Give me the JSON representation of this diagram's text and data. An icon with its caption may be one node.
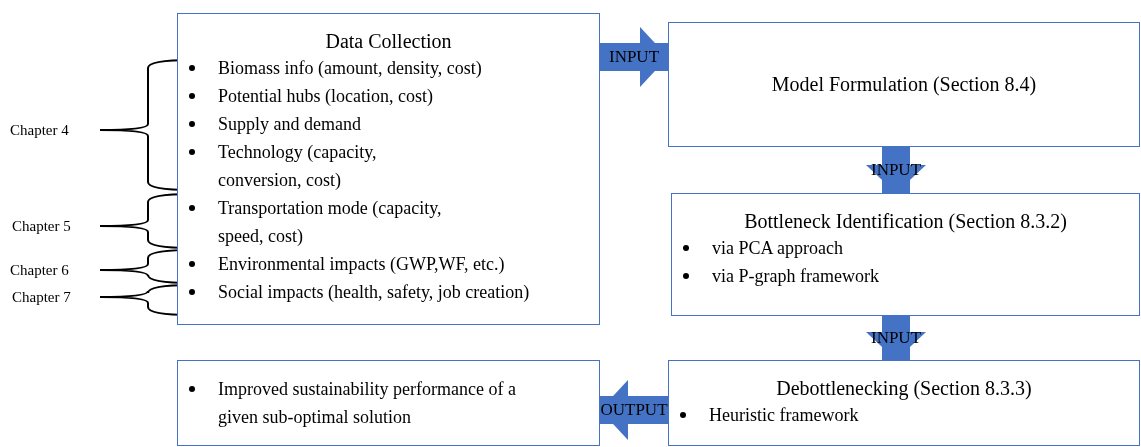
{
  "diagram": {
    "nodes": [
      {
        "text": [
          "Data Collection",
          "Biomass info (amount, density, cost)",
          "Potential hubs (location, cost)",
          "Supply and demand",
          "Technology (capacity, conversion, cost)",
          "Transportation mode (capacity, speed, cost)",
          "Environmental impacts (GWP,WF, etc.)",
          "Social impacts (health, safety, job creation)"
        ]
      },
      {
        "text": [
          "Model Formulation (Section 8.4)"
        ]
      },
      {
        "text": [
          "Bottleneck Identification (Section 8.3.2)",
          "via PCA approach",
          "via P-graph framework"
        ]
      },
      {
        "text": [
          "Debottlenecking (Section 8.3.3)",
          "Heuristic framework"
        ]
      },
      {
        "text": [
          "Improved sustainability performance of a given sub-optimal solution"
        ]
      }
    ],
    "edges": [
      {
        "from": 0,
        "to": 1,
        "arrow": "to",
        "label": "INPUT"
      },
      {
        "from": 1,
        "to": 2,
        "arrow": "to",
        "label": "INPUT"
      },
      {
        "from": 2,
        "to": 3,
        "arrow": "to",
        "label": "INPUT"
      },
      {
        "from": 3,
        "to": 4,
        "arrow": "to",
        "label": "OUTPUT"
      }
    ],
    "labels": [
      "Chapter 4",
      "Chapter 5",
      "Chapter 6",
      "Chapter 7"
    ]
  }
}
